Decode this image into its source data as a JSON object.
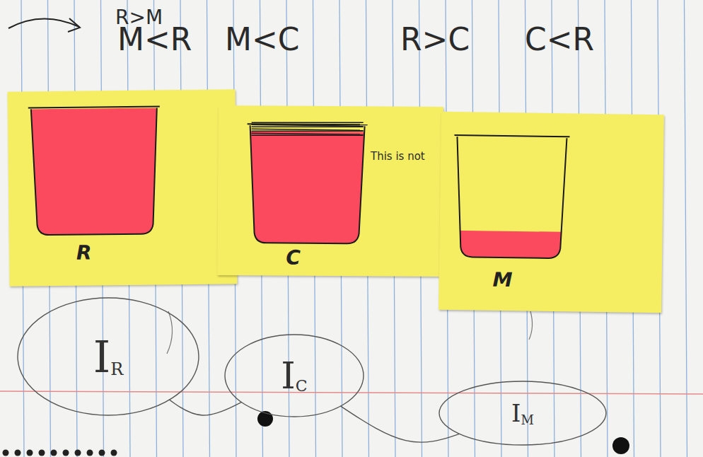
{
  "diagram": {
    "nodes": [
      {
        "text": [
          "R"
        ]
      },
      {
        "text": [
          "C"
        ]
      },
      {
        "text": [
          "M"
        ]
      },
      {
        "text": [
          "I",
          "R"
        ]
      },
      {
        "text": [
          "I",
          "C"
        ]
      },
      {
        "text": [
          "I",
          "M"
        ]
      }
    ],
    "edges": [
      {
        "from": 3,
        "to": 4,
        "arrow": "none"
      },
      {
        "from": 4,
        "to": 5,
        "arrow": "none"
      }
    ],
    "labels": [
      "R>M",
      "M<R",
      "M<C",
      "R>C",
      "C<R",
      "This is not"
    ]
  }
}
